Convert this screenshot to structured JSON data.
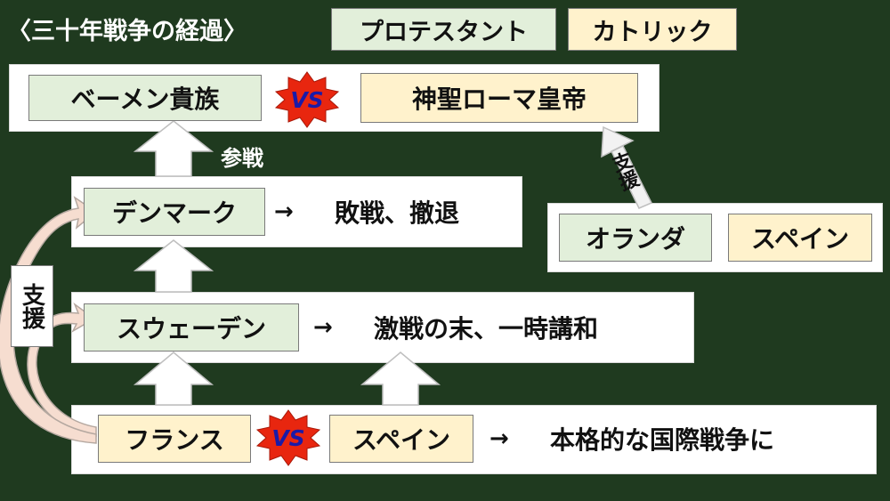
{
  "title": "〈三十年戦争の経過〉",
  "legend": {
    "protestant": "プロテスタント",
    "catholic": "カトリック"
  },
  "row1": {
    "left": "ベーメン貴族",
    "vs": "VS",
    "right": "神聖ローマ皇帝"
  },
  "arrow_label": "参戦",
  "support_right": "支援",
  "support_left": "支援",
  "row2": {
    "country": "デンマーク",
    "arrow": "→",
    "result": "敗戦、撤退"
  },
  "allies": {
    "left": "オランダ",
    "right": "スペイン"
  },
  "row3": {
    "country": "スウェーデン",
    "arrow": "→",
    "result": "激戦の末、一時講和"
  },
  "row4": {
    "left": "フランス",
    "vs": "VS",
    "right": "スペイン",
    "arrow": "→",
    "result": "本格的な国際戦争に"
  },
  "colors": {
    "background": "#1f3a1f",
    "protestant_fill": "#e2efda",
    "catholic_fill": "#fff2cc",
    "vs_burst": "#e8260f",
    "vs_text": "#1a1aa8",
    "support_arrow": "#f6ddd0"
  }
}
